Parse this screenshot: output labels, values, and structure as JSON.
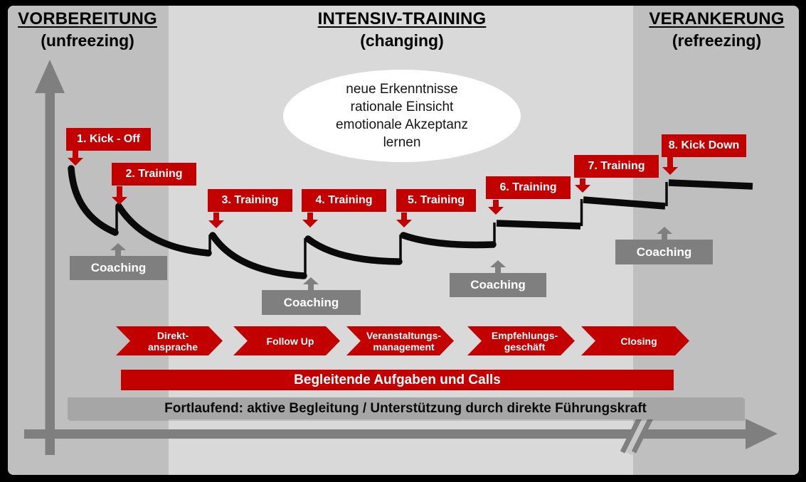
{
  "phases": [
    {
      "title": "VORBEREITUNG",
      "subtitle": "(unfreezing)"
    },
    {
      "title": "INTENSIV-TRAINING",
      "subtitle": "(changing)"
    },
    {
      "title": "VERANKERUNG",
      "subtitle": "(refreezing)"
    }
  ],
  "insight_bubble": {
    "lines": [
      "neue Erkenntnisse",
      "rationale Einsicht",
      "emotionale Akzeptanz",
      "lernen"
    ]
  },
  "milestones": [
    "1. Kick - Off",
    "2. Training",
    "3. Training",
    "4. Training",
    "5. Training",
    "6. Training",
    "7. Training",
    "8. Kick Down"
  ],
  "coaching_label": "Coaching",
  "process_steps": [
    [
      "Direkt-",
      "ansprache"
    ],
    [
      "Follow Up"
    ],
    [
      "Veranstaltungs-",
      "management"
    ],
    [
      "Empfehlungs-",
      "geschäft"
    ],
    [
      "Closing"
    ]
  ],
  "bars": {
    "tasks": "Begleitende Aufgaben und Calls",
    "support": "Fortlaufend: aktive Begleitung / Unterstützung durch direkte Führungskraft"
  },
  "colors": {
    "accent_red": "#c20000",
    "coaching_gray": "#7f7f7f",
    "axis_gray": "#7f7f7f",
    "band_dark": "#bfbfbf",
    "band_light": "#d9d9d9",
    "support_bar_gray": "#a6a6a6",
    "curve_black": "#0a0a0a",
    "bubble_white": "#ffffff"
  }
}
